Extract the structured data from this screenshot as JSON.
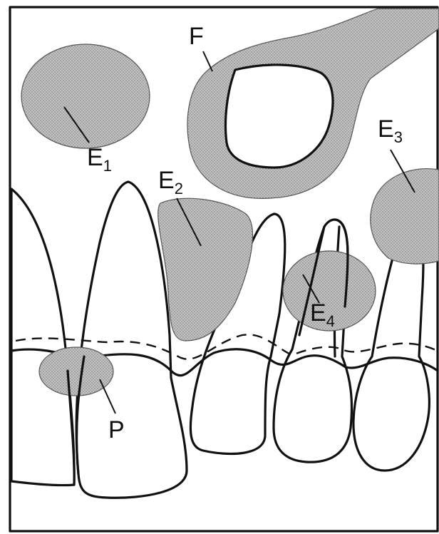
{
  "labels": {
    "e1": {
      "main": "E",
      "sub": "1"
    },
    "e2": {
      "main": "E",
      "sub": "2"
    },
    "e3": {
      "main": "E",
      "sub": "3"
    },
    "e4": {
      "main": "E",
      "sub": "4"
    },
    "f": "F",
    "p": "P"
  },
  "colors": {
    "lesion_fill": "#bdbdbd",
    "line": "#111111",
    "background": "#ffffff"
  }
}
